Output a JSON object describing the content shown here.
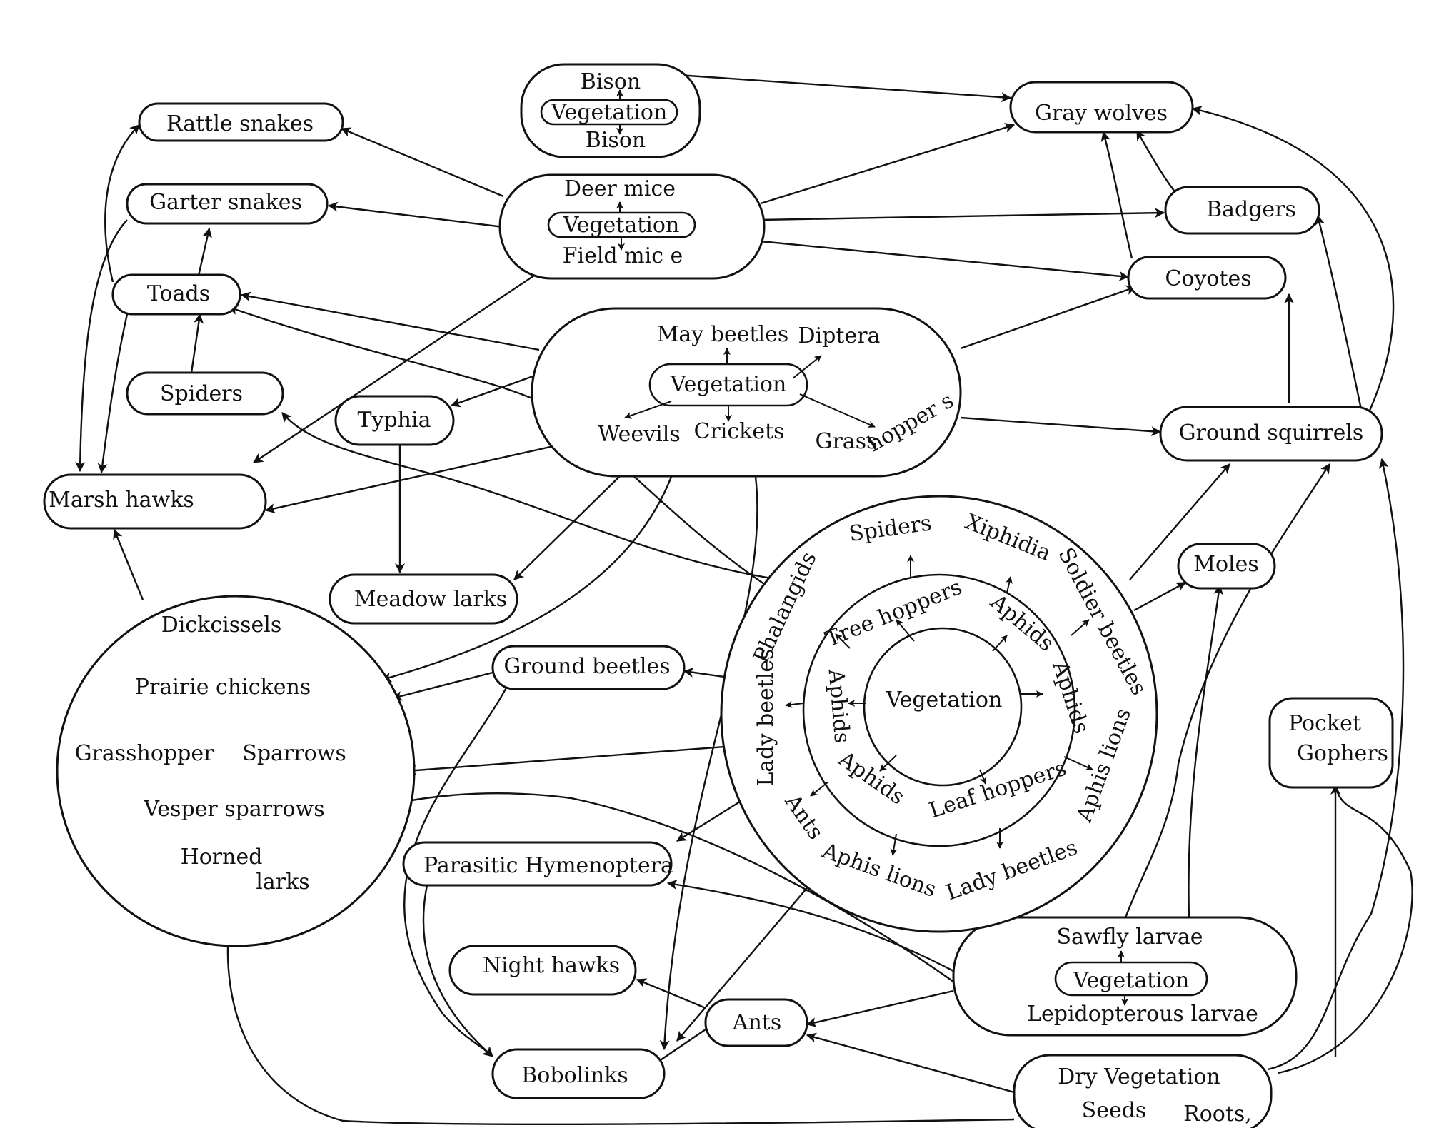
{
  "colors": {
    "ink": "#111111",
    "paper": "#ffffff"
  },
  "nodes": {
    "bison_top": "Bison",
    "bison_vegetation": "Vegetation",
    "bison_bottom": "Bison",
    "gray_wolves": "Gray wolves",
    "rattle_snakes": "Rattle snakes",
    "garter_snakes": "Garter snakes",
    "deer_mice": "Deer mice",
    "mice_vegetation": "Vegetation",
    "field_mice": "Field mic e",
    "badgers": "Badgers",
    "coyotes": "Coyotes",
    "toads": "Toads",
    "may_beetles": "May beetles",
    "diptera": "Diptera",
    "insect_vegetation": "Vegetation",
    "weevils": "Weevils",
    "crickets": "Crickets",
    "grass_hoppers_1": "Grass",
    "grass_hoppers_2": "hopper s",
    "spiders_box": "Spiders",
    "typhia": "Typhia",
    "ground_squirrels": "Ground squirrels",
    "marsh_hawks": "Marsh hawks",
    "meadow_larks": "Meadow larks",
    "moles": "Moles",
    "dickcissels": "Dickcissels",
    "prairie_chickens": "Prairie chickens",
    "grasshopper": "Grasshopper",
    "sparrows": "Sparrows",
    "vesper_sparrows": "Vesper sparrows",
    "horned": "Horned",
    "larks": "larks",
    "ground_beetles": "Ground beetles",
    "pocket": "Pocket",
    "gophers": "Gophers",
    "parasitic_hymenoptera": "Parasitic Hymenoptera",
    "night_hawks": "Night hawks",
    "ants_box": "Ants",
    "bobolinks": "Bobolinks",
    "sawfly_larvae": "Sawfly larvae",
    "larvae_vegetation": "Vegetation",
    "lepidopterous_larvae": "Lepidopterous larvae",
    "dry_vegetation": "Dry Vegetation",
    "seeds": "Seeds",
    "roots": "Roots,"
  },
  "circle": {
    "center": "Vegetation",
    "middle_ring": {
      "tree_hoppers": "Tree hoppers",
      "aphids_a": "Aphids",
      "aphids_b": "Aphids",
      "aphids_c": "Aphids",
      "aphids_d": "Aphids",
      "leaf_hoppers": "Leaf hoppers"
    },
    "outer_ring": {
      "phalangids": "Phalangids",
      "spiders": "Spiders",
      "xiphidia": "Xiphidia",
      "soldier_beetles": "Soldier beetles",
      "lady_beetles_left": "Lady beetles",
      "aphis_lions_right": "Aphis lions",
      "ants": "Ants",
      "aphis_lions_bottom": "Aphis lions",
      "lady_beetles_bottom": "Lady beetles"
    }
  }
}
